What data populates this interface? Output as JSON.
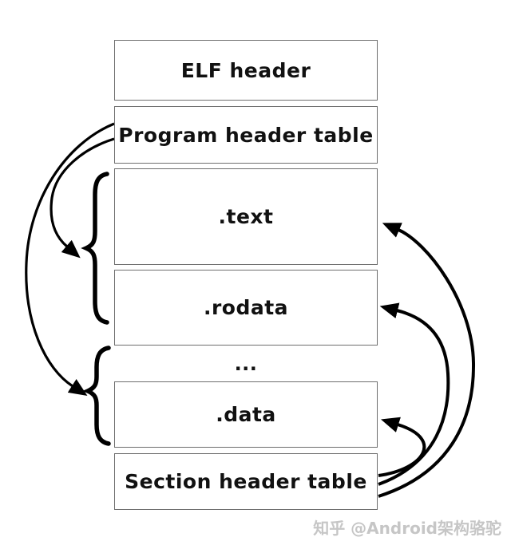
{
  "diagram": {
    "blocks": [
      {
        "id": "elf-header",
        "label": "ELF header"
      },
      {
        "id": "program-header-table",
        "label": "Program header table"
      },
      {
        "id": "text-section",
        "label": ".text"
      },
      {
        "id": "rodata-section",
        "label": ".rodata"
      },
      {
        "id": "ellipsis",
        "label": "..."
      },
      {
        "id": "data-section",
        "label": ".data"
      },
      {
        "id": "section-header-table",
        "label": "Section header table"
      }
    ],
    "connections": [
      {
        "from": "program-header-table",
        "to": "group(.text,.rodata)"
      },
      {
        "from": "program-header-table",
        "to": "group(...,.data)"
      },
      {
        "from": "section-header-table",
        "to": ".text"
      },
      {
        "from": "section-header-table",
        "to": ".rodata"
      },
      {
        "from": "section-header-table",
        "to": ".data"
      }
    ]
  },
  "watermark": {
    "text": "知乎 @Android架构骆驼"
  },
  "colors": {
    "background": "#ffffff",
    "box_border": "#6e6e6e",
    "text": "#111111",
    "arrow": "#000000",
    "watermark": "#c6c6c6"
  }
}
